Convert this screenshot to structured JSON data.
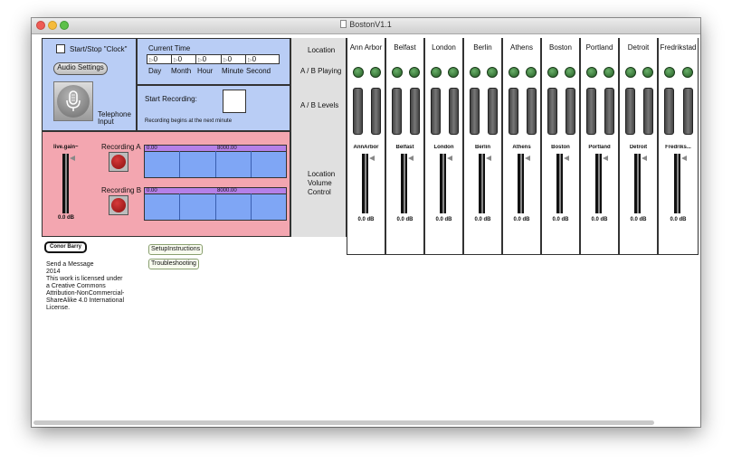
{
  "window": {
    "title": "BostonV1.1"
  },
  "control": {
    "start_stop_label": "Start/Stop \"Clock\"",
    "audio_settings_label": "Audio Settings",
    "telephone_input_label": "Telephone\nInput"
  },
  "time": {
    "title": "Current Time",
    "values": [
      "0",
      "0",
      "0",
      "0",
      "0"
    ],
    "labels": [
      "Day",
      "Month",
      "Hour",
      "Minute",
      "Second"
    ]
  },
  "recording": {
    "start_label": "Start Recording:",
    "note": "Recording begins at the next minute"
  },
  "recorder": {
    "live_label": "live.gain~",
    "live_db": "0.0 dB",
    "a_label": "Recording A",
    "b_label": "Recording B",
    "wave_a": {
      "start": "0.00",
      "end": "8000.00"
    },
    "wave_b": {
      "start": "0.00",
      "end": "8000.00"
    }
  },
  "rowlabels": {
    "location": "Location",
    "ab_playing": "A / B Playing",
    "ab_levels": "A / B Levels",
    "volume": "Location\nVolume\nControl"
  },
  "cities": [
    {
      "name": "Ann Arbor",
      "short": "AnnArbor",
      "db": "0.0 dB"
    },
    {
      "name": "Belfast",
      "short": "Belfast",
      "db": "0.0 dB"
    },
    {
      "name": "London",
      "short": "London",
      "db": "0.0 dB"
    },
    {
      "name": "Berlin",
      "short": "Berlin",
      "db": "0.0 dB"
    },
    {
      "name": "Athens",
      "short": "Athens",
      "db": "0.0 dB"
    },
    {
      "name": "Boston",
      "short": "Boston",
      "db": "0.0 dB"
    },
    {
      "name": "Portland",
      "short": "Portland",
      "db": "0.0 dB"
    },
    {
      "name": "Detroit",
      "short": "Detroit",
      "db": "0.0 dB"
    },
    {
      "name": "Fredrikstad",
      "short": "Fredriks...",
      "db": "0.0 dB"
    }
  ],
  "footer": {
    "author": "Conor Barry",
    "setup_label": "SetupInstructions",
    "trouble_label": "Troubleshooting",
    "message": "Send a Message",
    "year": "2014",
    "license": "This work is licensed under\na Creative Commons\nAttribution-NonCommercial-\nShareAlike 4.0 International\nLicense."
  },
  "colors": {
    "blue": "#b9cdf5",
    "pink": "#f3a6b0",
    "led": "#3a7a3a"
  }
}
